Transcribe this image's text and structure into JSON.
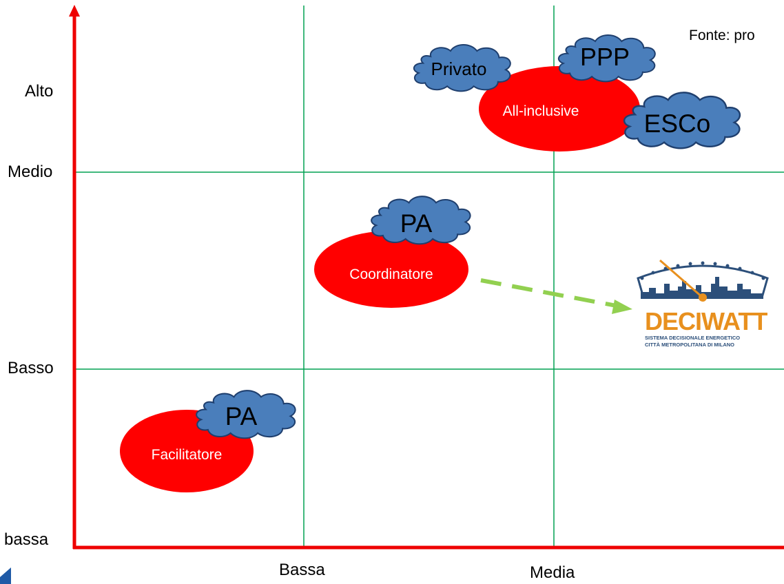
{
  "source_note": "Fonte: pro",
  "y_axis": {
    "labels": [
      "Alto",
      "Medio",
      "Basso",
      "bassa"
    ]
  },
  "x_axis": {
    "labels": [
      "Bassa",
      "Media"
    ]
  },
  "roles": [
    {
      "name": "All-inclusive",
      "actors": [
        "Privato",
        "PPP",
        "ESCo"
      ]
    },
    {
      "name": "Coordinatore",
      "actors": [
        "PA"
      ]
    },
    {
      "name": "Facilitatore",
      "actors": [
        "PA"
      ]
    }
  ],
  "logo": {
    "name": "DECIWATT",
    "subtitle_line1": "SISTEMA DECISIONALE ENERGETICO",
    "subtitle_line2": "CITTÀ METROPOLITANA DI MILANO"
  },
  "colors": {
    "axis": "#ee0000",
    "grid": "#00a050",
    "role_ellipse": "#ff0000",
    "cloud_fill": "#4a7ebb",
    "cloud_stroke": "#1f3f6e",
    "arrow": "#92d050",
    "logo_blue": "#2c4f7a",
    "logo_orange": "#e8901e"
  }
}
